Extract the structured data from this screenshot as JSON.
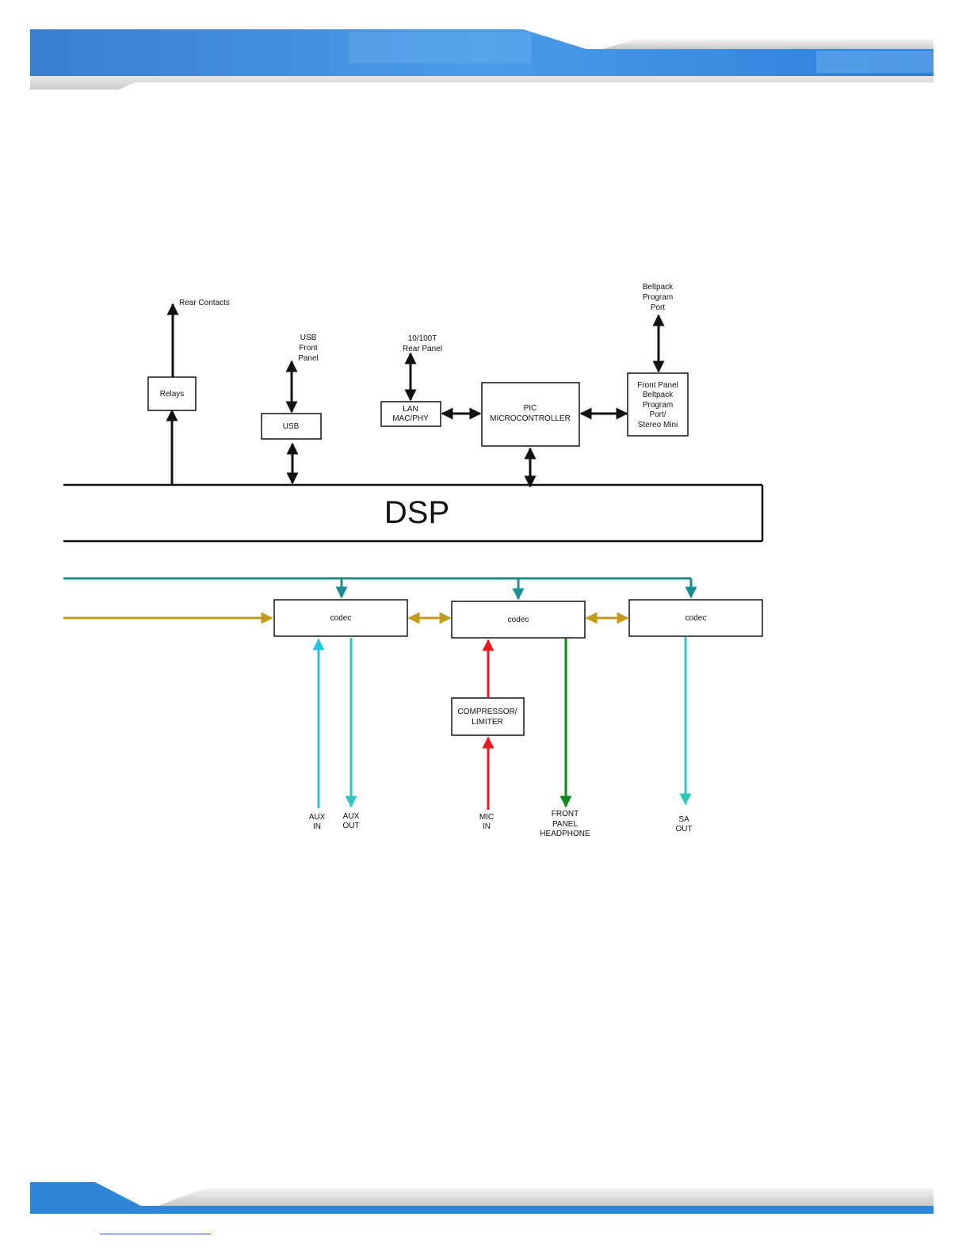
{
  "colors": {
    "banner_blue": "#2f86d8",
    "banner_light": "#6cb4f0",
    "banner_gray": "#d8d8d8",
    "teal_bus": "#1a8f8f",
    "gold_bus": "#c39a1a",
    "aux_in": "#20c4e8",
    "aux_out": "#2ec8c0",
    "mic": "#e8191e",
    "headphone": "#0f8a1e",
    "sa_out": "#2ec8c0",
    "link": "#2a4fd8"
  },
  "labels": {
    "rear_contacts": "Rear Contacts",
    "relays": "Relays",
    "usb_front_panel": [
      "USB",
      "Front",
      "Panel"
    ],
    "usb": "USB",
    "rear_panel_lan": [
      "10/100T",
      "Rear Panel"
    ],
    "lan": [
      "LAN",
      "MAC/PHY"
    ],
    "pic": [
      "PIC",
      "MICROCONTROLLER"
    ],
    "beltpack_port": [
      "Beltpack",
      "Program",
      "Port"
    ],
    "front_panel_box": [
      "Front Panel",
      "Beltpack",
      "Program",
      "Port/",
      "Stereo Mini"
    ],
    "dsp": "DSP",
    "codec1": "codec",
    "codec2": "codec",
    "codec3": "codec",
    "compressor": [
      "COMPRESSOR/",
      "LIMITER"
    ],
    "aux_in": [
      "AUX",
      "IN"
    ],
    "aux_out": [
      "AUX",
      "OUT"
    ],
    "mic_in": [
      "MIC",
      "IN"
    ],
    "headphone": [
      "FRONT",
      "PANEL",
      "HEADPHONE"
    ],
    "sa_out": [
      "SA",
      "OUT"
    ]
  }
}
